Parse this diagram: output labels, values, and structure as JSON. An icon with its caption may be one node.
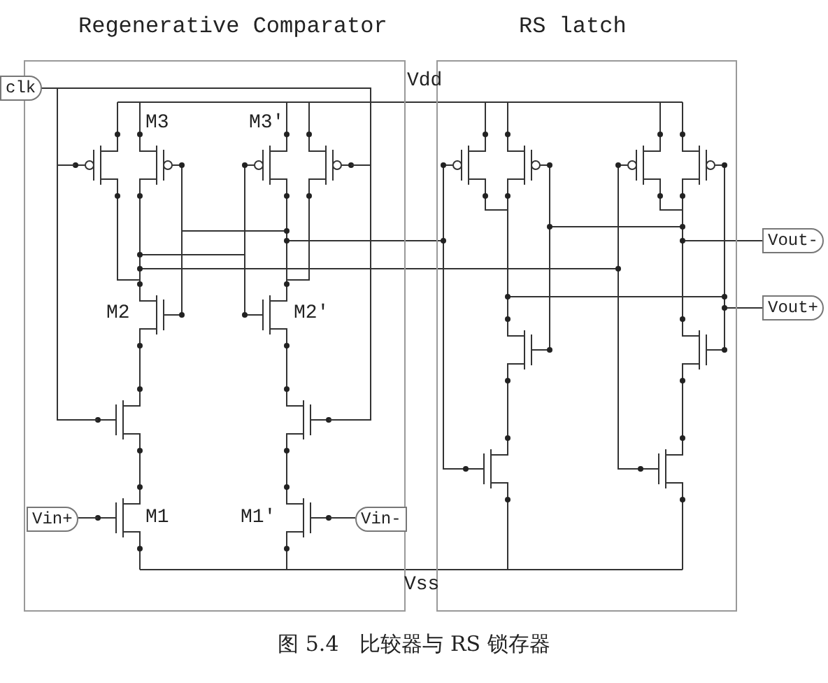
{
  "diagram": {
    "caption": "图 5.4　比较器与 RS 锁存器",
    "nodes": [
      {
        "text": [
          "Regenerative Comparator"
        ]
      },
      {
        "text": [
          "RS latch"
        ]
      },
      {
        "text": [
          "clk"
        ]
      },
      {
        "text": [
          "Vin+"
        ],
        "in": 0
      },
      {
        "text": [
          "Vin-"
        ],
        "in": 0
      },
      {
        "text": [
          "Vout-"
        ]
      },
      {
        "text": [
          "Vout+"
        ]
      }
    ],
    "edges": [
      {
        "from": 2,
        "to": null,
        "arrow": "none"
      },
      {
        "from": 0,
        "to": 1,
        "arrow": "none"
      },
      {
        "from": 0,
        "to": 1,
        "arrow": "none"
      },
      {
        "from": 3,
        "to": null,
        "arrow": "none"
      },
      {
        "from": 4,
        "to": null,
        "arrow": "none"
      },
      {
        "from": 5,
        "to": 1,
        "arrow": "none"
      },
      {
        "from": 6,
        "to": 1,
        "arrow": "none"
      }
    ],
    "labels": [
      "Vdd",
      "M3",
      "M3'",
      "M2",
      "M2'",
      "M1",
      "M1'",
      "Vss"
    ]
  }
}
